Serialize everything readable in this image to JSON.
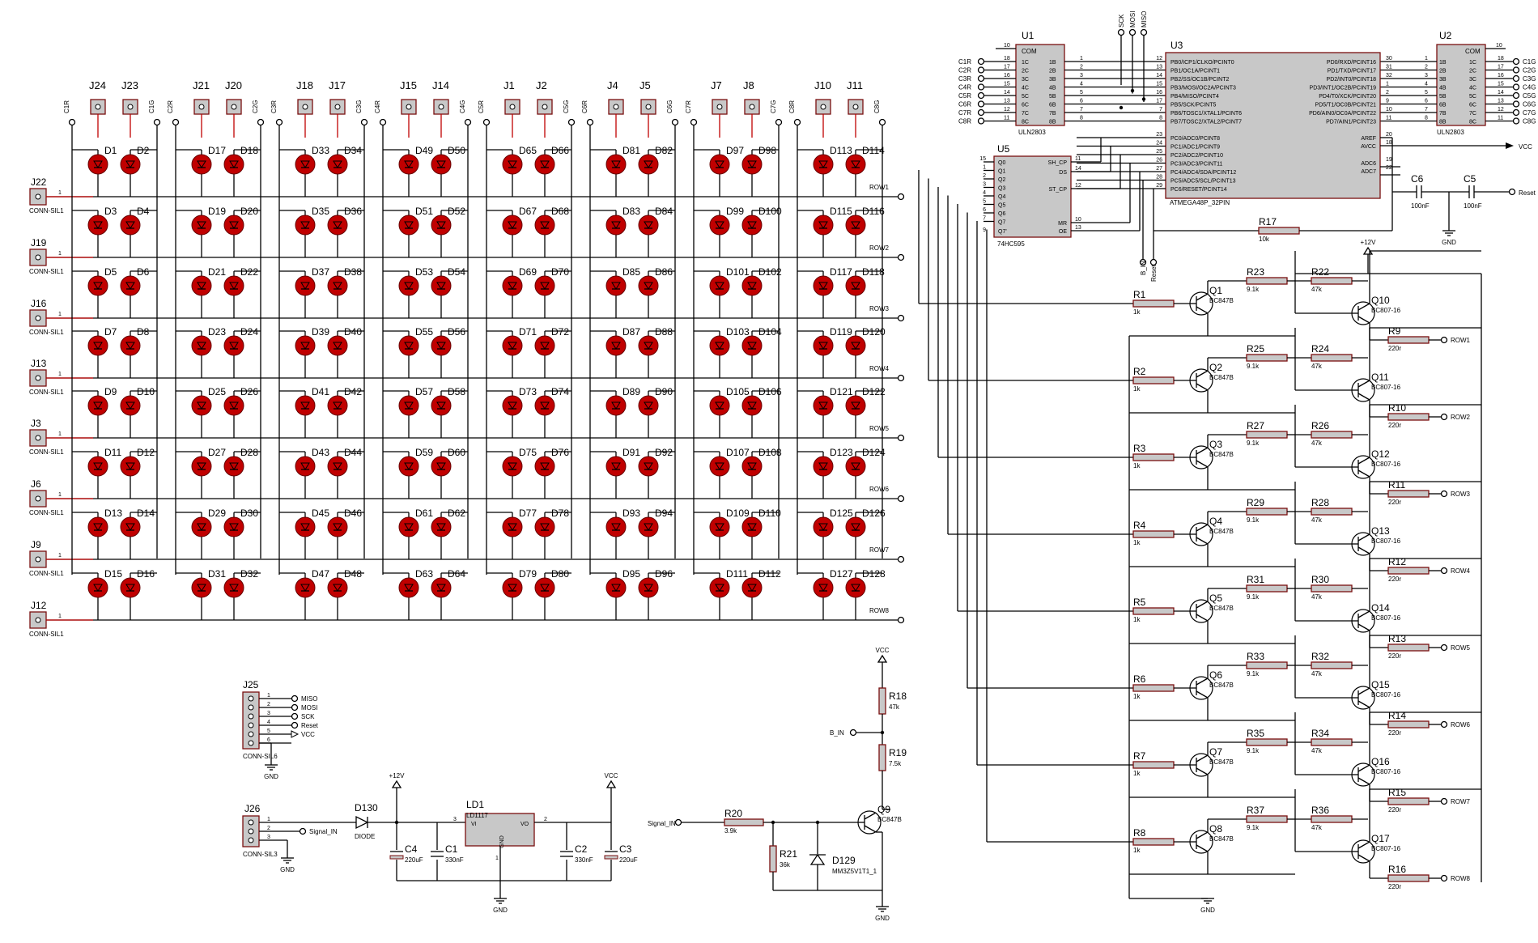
{
  "matrix": {
    "col_groups": [
      {
        "j": [
          "J24",
          "J23"
        ],
        "c": [
          "C1R",
          "C1G"
        ]
      },
      {
        "j": [
          "J21",
          "J20"
        ],
        "c": [
          "C2R",
          "C2G"
        ]
      },
      {
        "j": [
          "J18",
          "J17"
        ],
        "c": [
          "C3R",
          "C3G"
        ]
      },
      {
        "j": [
          "J15",
          "J14"
        ],
        "c": [
          "C4R",
          "C4G"
        ]
      },
      {
        "j": [
          "J1",
          "J2"
        ],
        "c": [
          "C5R",
          "C5G"
        ]
      },
      {
        "j": [
          "J4",
          "J5"
        ],
        "c": [
          "C6R",
          "C6G"
        ]
      },
      {
        "j": [
          "J7",
          "J8"
        ],
        "c": [
          "C7R",
          "C7G"
        ]
      },
      {
        "j": [
          "J10",
          "J11"
        ],
        "c": [
          "C8R",
          "C8G"
        ]
      }
    ],
    "row_connectors": [
      "J22",
      "J19",
      "J16",
      "J13",
      "J3",
      "J6",
      "J9",
      "J12"
    ],
    "row_connector_type": "CONN-SIL1",
    "row_labels": [
      "ROW1",
      "ROW2",
      "ROW3",
      "ROW4",
      "ROW5",
      "ROW6",
      "ROW7",
      "ROW8"
    ],
    "led_count": 128
  },
  "ic": {
    "u1": {
      "name": "U1",
      "type": "ULN2803",
      "com": "COM",
      "inputs": [
        "1B",
        "2B",
        "3B",
        "4B",
        "5B",
        "6B",
        "7B",
        "8B"
      ],
      "outputs": [
        "1C",
        "2C",
        "3C",
        "4C",
        "5C",
        "6C",
        "7C",
        "8C"
      ],
      "pins_l": [
        "18",
        "17",
        "16",
        "15",
        "14",
        "13",
        "12",
        "11"
      ],
      "pins_r": [
        "1",
        "2",
        "3",
        "4",
        "5",
        "6",
        "7",
        "8"
      ],
      "nets": [
        "C1R",
        "C2R",
        "C3R",
        "C4R",
        "C5R",
        "C6R",
        "C7R",
        "C8R"
      ],
      "pin10": "10"
    },
    "u2": {
      "name": "U2",
      "type": "ULN2803",
      "com": "COM",
      "inputs": [
        "1B",
        "2B",
        "3B",
        "4B",
        "5B",
        "6B",
        "7B",
        "8B"
      ],
      "outputs": [
        "1C",
        "2C",
        "3C",
        "4C",
        "5C",
        "6C",
        "7C",
        "8C"
      ],
      "pins_l": [
        "1",
        "2",
        "3",
        "4",
        "5",
        "6",
        "7",
        "8"
      ],
      "pins_r": [
        "18",
        "17",
        "16",
        "15",
        "14",
        "13",
        "12",
        "11"
      ],
      "nets": [
        "C1G",
        "C2G",
        "C3G",
        "C4G",
        "C5G",
        "C6G",
        "C7G",
        "C8G"
      ],
      "pin10": "10"
    },
    "u3": {
      "name": "U3",
      "type": "ATMEGA48P_32PIN",
      "left_pins": [
        "12",
        "13",
        "14",
        "15",
        "16",
        "17",
        "7",
        "8"
      ],
      "left": [
        "PB0/ICP1/CLKO/PCINT0",
        "PB1/OC1A/PCINT1",
        "PB2/SS/OC1B/PCINT2",
        "PB3/MOSI/OC2A/PCINT3",
        "PB4/MISO/PCINT4",
        "PB5/SCK/PCINT5",
        "PB6/TOSC1/XTAL1/PCINT6",
        "PB7/TOSC2/XTAL2/PCINT7"
      ],
      "right": [
        "PD0/RXD/PCINT16",
        "PD1/TXD/PCINT17",
        "PD2/INT0/PCINT18",
        "PD3/INT1/OC2B/PCINT19",
        "PD4/T0/XCK/PCINT20",
        "PD5/T1/OC0B/PCINT21",
        "PD6/AIN0/OC0A/PCINT22",
        "PD7/AIN1/PCINT23"
      ],
      "right_pins": [
        "30",
        "31",
        "32",
        "1",
        "2",
        "9",
        "10",
        "11"
      ],
      "c_pins": [
        "23",
        "24",
        "25",
        "26",
        "27",
        "28",
        "29"
      ],
      "c": [
        "PC0/ADC0/PCINT8",
        "PC1/ADC1/PCINT9",
        "PC2/ADC2/PCINT10",
        "PC3/ADC3/PCINT11",
        "PC4/ADC4/SDA/PCINT12",
        "PC5/ADC5/SCL/PCINT13",
        "PC6/RESET/PCINT14"
      ],
      "aref": "AREF",
      "avcc": "AVCC",
      "adc6": "ADC6",
      "adc7": "ADC7",
      "aref_pin": "20",
      "avcc_pin": "18",
      "adc6_pin": "19",
      "adc7_pin": "22",
      "top_nets": [
        "SCK",
        "MOSI",
        "MISO"
      ]
    },
    "u5": {
      "name": "U5",
      "type": "74HC595",
      "q": [
        "Q0",
        "Q1",
        "Q2",
        "Q3",
        "Q4",
        "Q5",
        "Q6",
        "Q7"
      ],
      "q_pins": [
        "15",
        "1",
        "2",
        "3",
        "4",
        "5",
        "6",
        "7"
      ],
      "q7s": "Q7'",
      "q7s_pin": "9",
      "ctrl": [
        "SH_CP",
        "DS",
        "ST_CP",
        "MR",
        "OE"
      ],
      "ctrl_pins": [
        "11",
        "14",
        "12",
        "10",
        "13"
      ]
    }
  },
  "nets": {
    "vcc": "VCC",
    "reset": "Reset",
    "gnd": "GND",
    "b_in": "B_IN",
    "v12": "+12V",
    "signal_in": "Signal_IN"
  },
  "misc": {
    "c6": {
      "name": "C6",
      "val": "100nF"
    },
    "c5": {
      "name": "C5",
      "val": "100nF"
    },
    "r17": {
      "name": "R17",
      "val": "10k"
    }
  },
  "drivers": [
    {
      "r": "R1",
      "q": "Q1",
      "rb": "R23",
      "rp": "R22",
      "qp": "Q10",
      "ro": "R9"
    },
    {
      "r": "R2",
      "q": "Q2",
      "rb": "R25",
      "rp": "R24",
      "qp": "Q11",
      "ro": "R10"
    },
    {
      "r": "R3",
      "q": "Q3",
      "rb": "R27",
      "rp": "R26",
      "qp": "Q12",
      "ro": "R11"
    },
    {
      "r": "R4",
      "q": "Q4",
      "rb": "R29",
      "rp": "R28",
      "qp": "Q13",
      "ro": "R12"
    },
    {
      "r": "R5",
      "q": "Q5",
      "rb": "R31",
      "rp": "R30",
      "qp": "Q14",
      "ro": "R13"
    },
    {
      "r": "R6",
      "q": "Q6",
      "rb": "R33",
      "rp": "R32",
      "qp": "Q15",
      "ro": "R14"
    },
    {
      "r": "R7",
      "q": "Q7",
      "rb": "R35",
      "rp": "R34",
      "qp": "Q16",
      "ro": "R15"
    },
    {
      "r": "R8",
      "q": "Q8",
      "rb": "R37",
      "rp": "R36",
      "qp": "Q17",
      "ro": "R16"
    }
  ],
  "driver_values": {
    "r": "1k",
    "q": "BC847B",
    "rb": "9.1k",
    "rp": "47k",
    "qp": "BC807-16",
    "ro": "220r"
  },
  "isp": {
    "name": "J25",
    "type": "CONN-SIL6",
    "pins": [
      "1",
      "2",
      "3",
      "4",
      "5",
      "6"
    ],
    "nets": [
      "MISO",
      "MOSI",
      "SCK",
      "Reset",
      "VCC"
    ]
  },
  "power": {
    "j26": {
      "name": "J26",
      "type": "CONN-SIL3",
      "pins": [
        "1",
        "2",
        "3"
      ]
    },
    "d130": {
      "name": "D130",
      "val": "DIODE"
    },
    "c4": {
      "name": "C4",
      "val": "220uF"
    },
    "c1": {
      "name": "C1",
      "val": "330nF"
    },
    "ld1": {
      "name": "LD1",
      "val": "LD1117",
      "vi": "VI",
      "vo": "VO",
      "gnd": "GND",
      "p3": "3",
      "p2": "2",
      "p1": "1"
    },
    "c2": {
      "name": "C2",
      "val": "330nF"
    },
    "c3": {
      "name": "C3",
      "val": "220uF"
    }
  },
  "input": {
    "r18": {
      "name": "R18",
      "val": "47k"
    },
    "r19": {
      "name": "R19",
      "val": "7.5k"
    },
    "r20": {
      "name": "R20",
      "val": "3.9k"
    },
    "r21": {
      "name": "R21",
      "val": "36k"
    },
    "q9": {
      "name": "Q9",
      "val": "BC847B"
    },
    "d129": {
      "name": "D129",
      "val": "MM3Z5V1T1_1"
    }
  }
}
